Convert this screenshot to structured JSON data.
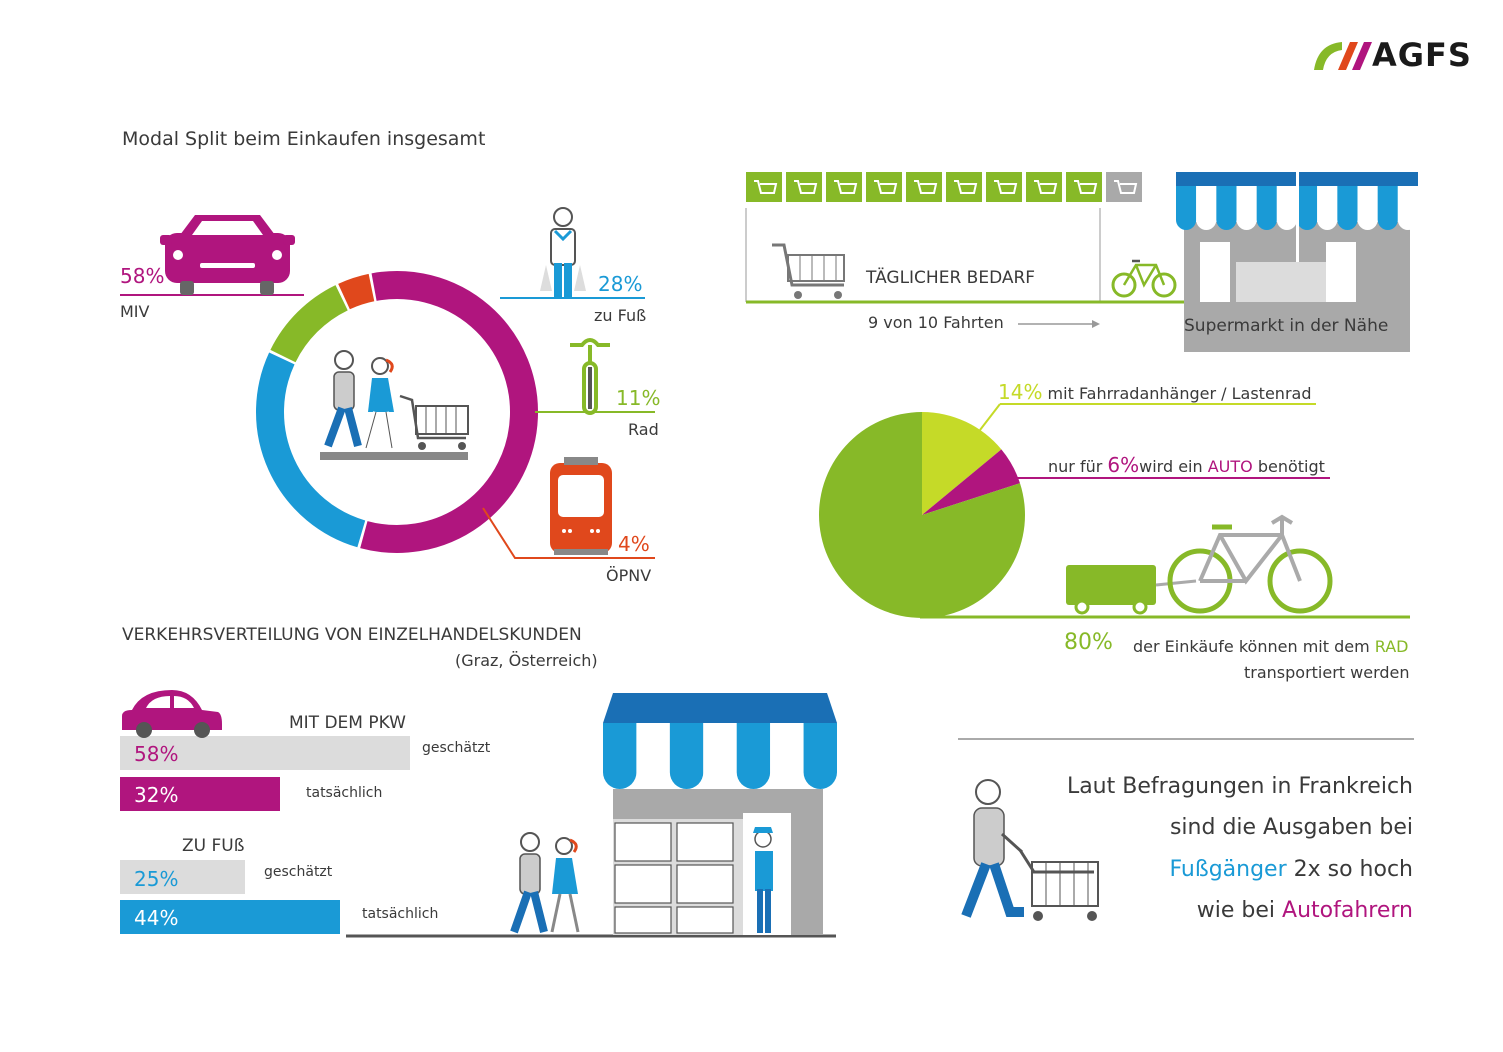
{
  "logo": {
    "text": "AGFS"
  },
  "colors": {
    "magenta": "#b0157e",
    "blue": "#1a9ad6",
    "green": "#87b928",
    "light_green": "#c5da28",
    "orange": "#e0481c",
    "gray": "#a9a9a9",
    "light_gray": "#dcdcdc"
  },
  "chart_data": [
    {
      "type": "pie",
      "donut": true,
      "title": "Modal Split beim Einkaufen insgesamt",
      "slices": [
        {
          "label": "MIV",
          "value": 58,
          "value_label": "58%",
          "color": "#b0157e"
        },
        {
          "label": "zu Fuß",
          "value": 28,
          "value_label": "28%",
          "color": "#1a9ad6"
        },
        {
          "label": "Rad",
          "value": 11,
          "value_label": "11%",
          "color": "#87b928"
        },
        {
          "label": "ÖPNV",
          "value": 4,
          "value_label": "4%",
          "color": "#e0481c"
        }
      ]
    },
    {
      "type": "pie",
      "slices": [
        {
          "label": "mit Fahrradanhänger / Lastenrad",
          "value": 14,
          "value_label": "14%",
          "color": "#c5da28"
        },
        {
          "label": "wird ein AUTO benötigt",
          "value": 6,
          "value_label": "6%",
          "color": "#b0157e"
        },
        {
          "label": "der Einkäufe können mit dem RAD transportiert werden",
          "value": 80,
          "value_label": "80%",
          "color": "#87b928"
        }
      ]
    },
    {
      "type": "bar",
      "orientation": "horizontal",
      "title": "VERKEHRSVERTEILUNG VON EINZELHANDELSKUNDEN",
      "subtitle": "(Graz, Österreich)",
      "groups": [
        {
          "name": "MIT DEM PKW",
          "bars": [
            {
              "label": "geschätzt",
              "value": 58,
              "value_label": "58%",
              "color": "#dcdcdc"
            },
            {
              "label": "tatsächlich",
              "value": 32,
              "value_label": "32%",
              "color": "#b0157e"
            }
          ]
        },
        {
          "name": "ZU FUß",
          "bars": [
            {
              "label": "geschätzt",
              "value": 25,
              "value_label": "25%",
              "color": "#dcdcdc"
            },
            {
              "label": "tatsächlich",
              "value": 44,
              "value_label": "44%",
              "color": "#1a9ad6"
            }
          ]
        }
      ]
    }
  ],
  "daily": {
    "heading": "TÄGLICHER BEDARF",
    "trips": "9 von 10 Fahrten",
    "arrow": "———→",
    "destination": "Supermarkt in der Nähe",
    "baskets_green": 9,
    "baskets_gray": 1
  },
  "bike_section": {
    "line1_prefix": "mit Fahrradanhänger / Lastenrad",
    "line2_prefix": "nur für ",
    "line2_mid": "wird ein ",
    "line2_auto": "AUTO",
    "line2_suffix": " benötigt",
    "line3_text": "der Einkäufe können mit dem ",
    "line3_rad": "RAD",
    "line3_end": "transportiert werden"
  },
  "quote": {
    "line1": "Laut Befragungen in Frankreich",
    "line2": "sind die Ausgaben bei",
    "line3_blue": "Fußgänger",
    "line3_rest": " 2x so hoch",
    "line4_rest": "wie bei ",
    "line4_magenta": "Autofahrern"
  }
}
